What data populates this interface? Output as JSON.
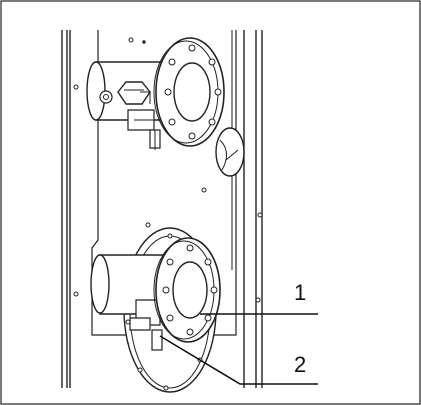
{
  "figure": {
    "callouts": [
      {
        "label": "1",
        "target": "flange-pipe-outlet"
      },
      {
        "label": "2",
        "target": "drain-valve-bracket"
      }
    ]
  }
}
